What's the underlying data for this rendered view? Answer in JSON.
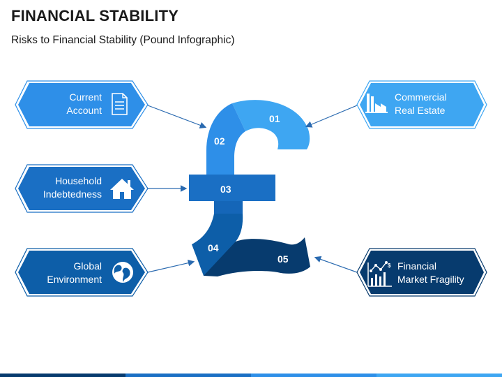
{
  "title": "FINANCIAL STABILITY",
  "subtitle": "Risks to Financial Stability (Pound Infographic)",
  "colors": {
    "light_blue": "#2e9ef0",
    "sky_blue": "#3ea6f2",
    "mid_blue": "#1a6fc4",
    "dark_blue": "#0d5ea8",
    "navy": "#073b6e",
    "arrow": "#2a6ab0"
  },
  "items": [
    {
      "id": "current-account",
      "line1": "Current",
      "line2": "Account",
      "icon": "document-icon",
      "segment": "02"
    },
    {
      "id": "commercial-real-estate",
      "line1": "Commercial",
      "line2": "Real Estate",
      "icon": "factory-icon",
      "segment": "01"
    },
    {
      "id": "household-indebtedness",
      "line1": "Household",
      "line2": "Indebtedness",
      "icon": "house-icon",
      "segment": "03"
    },
    {
      "id": "global-environment",
      "line1": "Global",
      "line2": "Environment",
      "icon": "globe-icon",
      "segment": "04"
    },
    {
      "id": "financial-market-fragility",
      "line1": "Financial",
      "line2": "Market Fragility",
      "icon": "market-chart-icon",
      "segment": "05"
    }
  ],
  "segments": [
    "01",
    "02",
    "03",
    "04",
    "05"
  ]
}
